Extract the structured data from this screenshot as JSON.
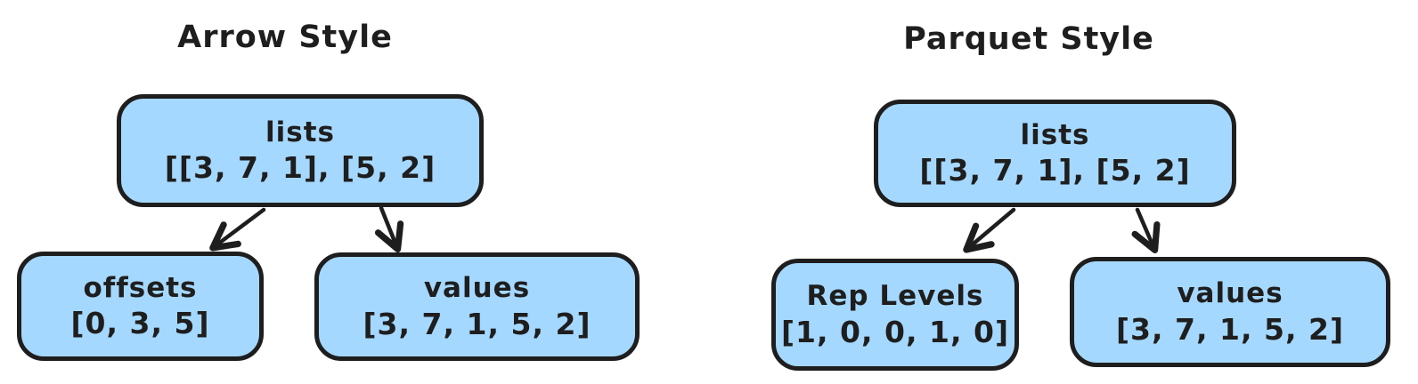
{
  "colors": {
    "background": "#ffffff",
    "box_fill": "#a5d8ff",
    "stroke": "#1e1e1e",
    "text": "#1e1e1e"
  },
  "trees": [
    {
      "title": "Arrow Style",
      "root": {
        "label": "lists",
        "value": "[[3, 7, 1], [5, 2]"
      },
      "children": [
        {
          "label": "offsets",
          "value": "[0, 3, 5]"
        },
        {
          "label": "values",
          "value": "[3, 7, 1, 5, 2]"
        }
      ]
    },
    {
      "title": "Parquet Style",
      "root": {
        "label": "lists",
        "value": "[[3, 7, 1], [5, 2]"
      },
      "children": [
        {
          "label": "Rep Levels",
          "value": "[1, 0, 0, 1, 0]"
        },
        {
          "label": "values",
          "value": "[3, 7, 1, 5, 2]"
        }
      ]
    }
  ]
}
